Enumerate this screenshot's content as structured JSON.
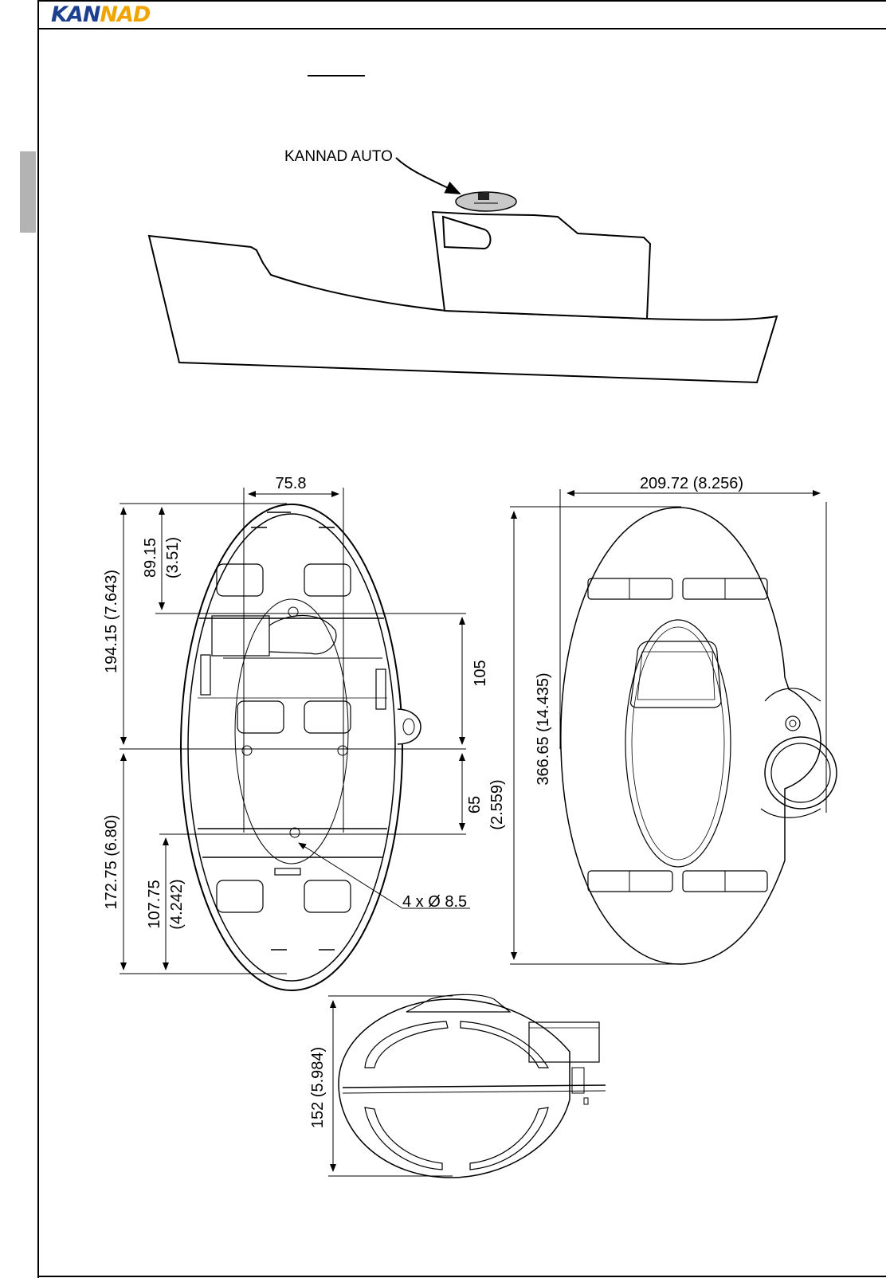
{
  "header": {
    "logo_text": "KANNAD",
    "logo_part1": "KAN",
    "logo_part2": "NAD",
    "brand_colors": {
      "primary": "#1c3f8f",
      "accent": "#f0a400"
    }
  },
  "side_tab_color": "#b3b3b3",
  "boat_view": {
    "callout_label": "KANNAD AUTO"
  },
  "dimensions": {
    "top_width": "75.8",
    "upper_height": "194.15 (7.643)",
    "upper_inner_a": "89.15",
    "upper_inner_b": "(3.51)",
    "mid_height": "105",
    "lower_height": "172.75 (6.80)",
    "lower_inner_a": "107.75",
    "lower_inner_b": "(4.242)",
    "hole_height_a": "65",
    "hole_height_b": "(2.559)",
    "holes": "4 x Ø 8.5",
    "side_width": "209.72 (8.256)",
    "side_height": "366.65 (14.435)",
    "depth": "152 (5.984)"
  }
}
